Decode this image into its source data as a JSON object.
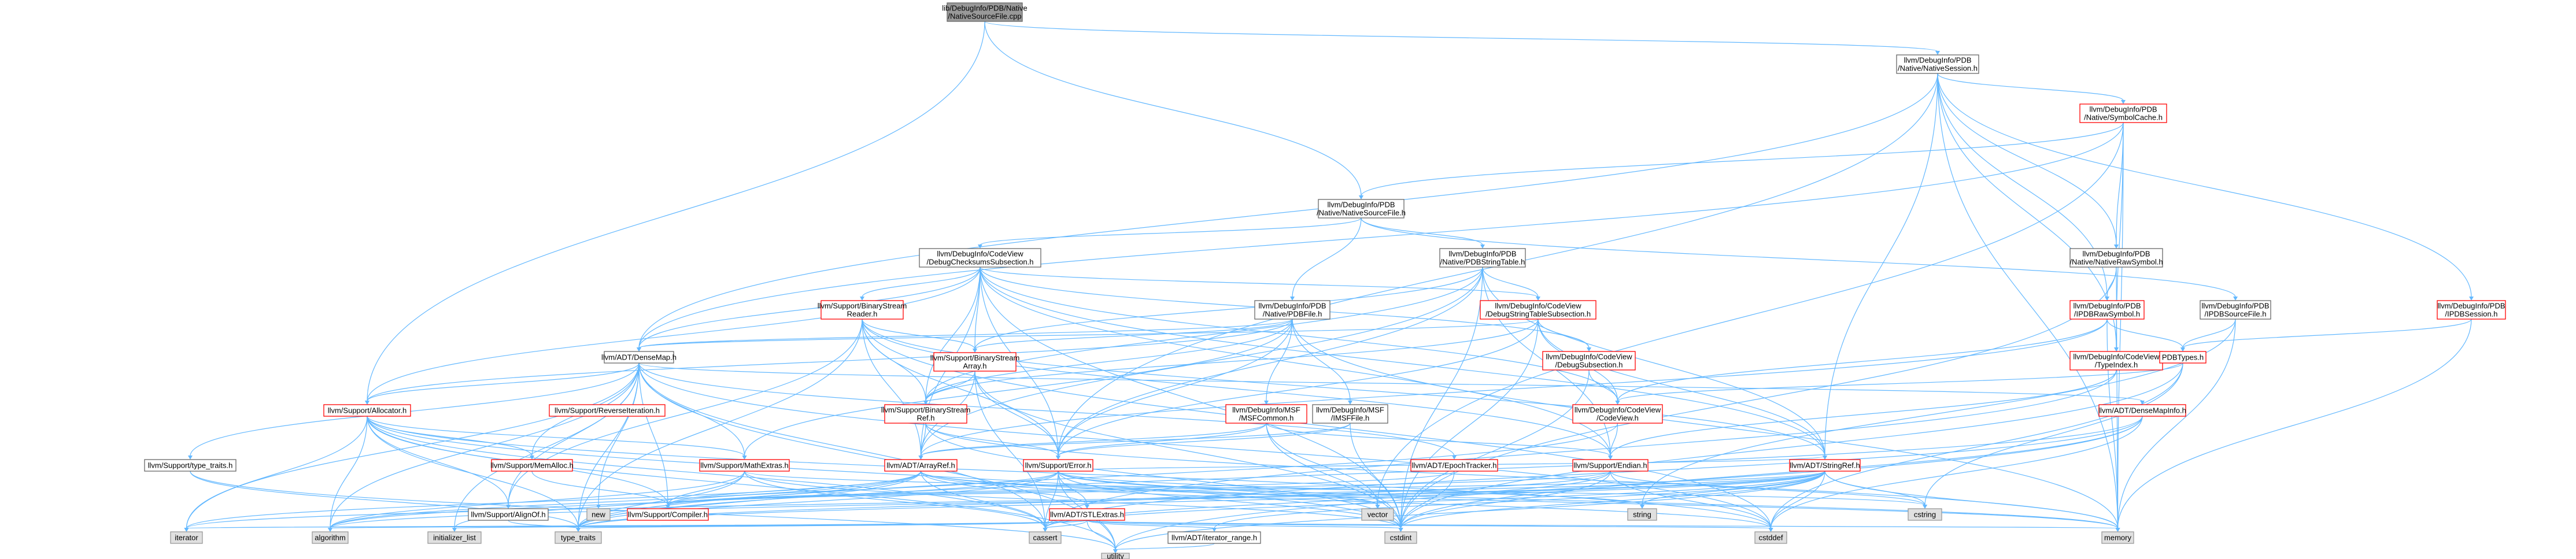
{
  "nodes": [
    {
      "id": "root",
      "lines": [
        "lib/DebugInfo/PDB/Native",
        "/NativeSourceFile.cpp"
      ],
      "style": "root",
      "interactable": false
    },
    {
      "id": "nsession",
      "lines": [
        "llvm/DebugInfo/PDB",
        "/Native/NativeSession.h"
      ],
      "style": "black",
      "interactable": true
    },
    {
      "id": "nsourcefile_h",
      "lines": [
        "llvm/DebugInfo/PDB",
        "/Native/NativeSourceFile.h"
      ],
      "style": "black",
      "interactable": true
    },
    {
      "id": "symcache",
      "lines": [
        "llvm/DebugInfo/PDB",
        "/Native/SymbolCache.h"
      ],
      "style": "red",
      "interactable": true
    },
    {
      "id": "dbgchk",
      "lines": [
        "llvm/DebugInfo/CodeView",
        "/DebugChecksumsSubsection.h"
      ],
      "style": "black",
      "interactable": true
    },
    {
      "id": "pdbstrtab",
      "lines": [
        "llvm/DebugInfo/PDB",
        "/Native/PDBStringTable.h"
      ],
      "style": "black",
      "interactable": true
    },
    {
      "id": "nrawsym",
      "lines": [
        "llvm/DebugInfo/PDB",
        "/Native/NativeRawSymbol.h"
      ],
      "style": "black",
      "interactable": true
    },
    {
      "id": "pdbfile",
      "lines": [
        "llvm/DebugInfo/PDB",
        "/Native/PDBFile.h"
      ],
      "style": "black",
      "interactable": true
    },
    {
      "id": "bsreader",
      "lines": [
        "llvm/Support/BinaryStream",
        "Reader.h"
      ],
      "style": "red",
      "interactable": true
    },
    {
      "id": "dbgstrtab",
      "lines": [
        "llvm/DebugInfo/CodeView",
        "/DebugStringTableSubsection.h"
      ],
      "style": "red",
      "interactable": true
    },
    {
      "id": "ipdbsrc",
      "lines": [
        "llvm/DebugInfo/PDB",
        "/IPDBSourceFile.h"
      ],
      "style": "black",
      "interactable": true
    },
    {
      "id": "ipdbraw",
      "lines": [
        "llvm/DebugInfo/PDB",
        "/IPDBRawSymbol.h"
      ],
      "style": "red",
      "interactable": true
    },
    {
      "id": "ipdbsess",
      "lines": [
        "llvm/DebugInfo/PDB",
        "/IPDBSession.h"
      ],
      "style": "red",
      "interactable": true
    },
    {
      "id": "densemap",
      "lines": [
        "llvm/ADT/DenseMap.h"
      ],
      "style": "black",
      "interactable": true
    },
    {
      "id": "bsarray",
      "lines": [
        "llvm/Support/BinaryStream",
        "Array.h"
      ],
      "style": "red",
      "interactable": true
    },
    {
      "id": "dbgsub",
      "lines": [
        "llvm/DebugInfo/CodeView",
        "/DebugSubsection.h"
      ],
      "style": "red",
      "interactable": true
    },
    {
      "id": "typeindex",
      "lines": [
        "llvm/DebugInfo/CodeView",
        "/TypeIndex.h"
      ],
      "style": "red",
      "interactable": true
    },
    {
      "id": "pdbtypes",
      "lines": [
        "PDBTypes.h"
      ],
      "style": "red",
      "interactable": true
    },
    {
      "id": "allocator",
      "lines": [
        "llvm/Support/Allocator.h"
      ],
      "style": "red",
      "interactable": true
    },
    {
      "id": "reverseiter",
      "lines": [
        "llvm/Support/ReverseIteration.h"
      ],
      "style": "red",
      "interactable": true
    },
    {
      "id": "bsref",
      "lines": [
        "llvm/Support/BinaryStream",
        "Ref.h"
      ],
      "style": "red",
      "interactable": true
    },
    {
      "id": "msfcommon",
      "lines": [
        "llvm/DebugInfo/MSF",
        "/MSFCommon.h"
      ],
      "style": "red",
      "interactable": true
    },
    {
      "id": "imsffile",
      "lines": [
        "llvm/DebugInfo/MSF",
        "/IMSFFile.h"
      ],
      "style": "black",
      "interactable": true
    },
    {
      "id": "codeview",
      "lines": [
        "llvm/DebugInfo/CodeView",
        "/CodeView.h"
      ],
      "style": "red",
      "interactable": true
    },
    {
      "id": "densemapinfo",
      "lines": [
        "llvm/ADT/DenseMapInfo.h"
      ],
      "style": "red",
      "interactable": true
    },
    {
      "id": "typetraits_h",
      "lines": [
        "llvm/Support/type_traits.h"
      ],
      "style": "black",
      "interactable": true
    },
    {
      "id": "memalloc",
      "lines": [
        "llvm/Support/MemAlloc.h"
      ],
      "style": "red",
      "interactable": true
    },
    {
      "id": "mathextras",
      "lines": [
        "llvm/Support/MathExtras.h"
      ],
      "style": "red",
      "interactable": true
    },
    {
      "id": "arrayref",
      "lines": [
        "llvm/ADT/ArrayRef.h"
      ],
      "style": "red",
      "interactable": true
    },
    {
      "id": "error",
      "lines": [
        "llvm/Support/Error.h"
      ],
      "style": "red",
      "interactable": true
    },
    {
      "id": "epoch",
      "lines": [
        "llvm/ADT/EpochTracker.h"
      ],
      "style": "red",
      "interactable": true
    },
    {
      "id": "endian",
      "lines": [
        "llvm/Support/Endian.h"
      ],
      "style": "red",
      "interactable": true
    },
    {
      "id": "stringref",
      "lines": [
        "llvm/ADT/StringRef.h"
      ],
      "style": "red",
      "interactable": true
    },
    {
      "id": "alignof",
      "lines": [
        "llvm/Support/AlignOf.h"
      ],
      "style": "black",
      "interactable": true
    },
    {
      "id": "new",
      "lines": [
        "new"
      ],
      "style": "gray",
      "interactable": false
    },
    {
      "id": "compiler",
      "lines": [
        "llvm/Support/Compiler.h"
      ],
      "style": "red",
      "interactable": true
    },
    {
      "id": "stlextras",
      "lines": [
        "llvm/ADT/STLExtras.h"
      ],
      "style": "red",
      "interactable": true
    },
    {
      "id": "vector",
      "lines": [
        "vector"
      ],
      "style": "gray",
      "interactable": false
    },
    {
      "id": "string",
      "lines": [
        "string"
      ],
      "style": "gray",
      "interactable": false
    },
    {
      "id": "cstring",
      "lines": [
        "cstring"
      ],
      "style": "gray",
      "interactable": false
    },
    {
      "id": "iterator",
      "lines": [
        "iterator"
      ],
      "style": "gray",
      "interactable": false
    },
    {
      "id": "algorithm",
      "lines": [
        "algorithm"
      ],
      "style": "gray",
      "interactable": false
    },
    {
      "id": "init_list",
      "lines": [
        "initializer_list"
      ],
      "style": "gray",
      "interactable": false
    },
    {
      "id": "type_traits",
      "lines": [
        "type_traits"
      ],
      "style": "gray",
      "interactable": false
    },
    {
      "id": "cassert",
      "lines": [
        "cassert"
      ],
      "style": "gray",
      "interactable": false
    },
    {
      "id": "cstdint",
      "lines": [
        "cstdint"
      ],
      "style": "gray",
      "interactable": false
    },
    {
      "id": "iterrange",
      "lines": [
        "llvm/ADT/iterator_range.h"
      ],
      "style": "black",
      "interactable": true
    },
    {
      "id": "cstddef",
      "lines": [
        "cstddef"
      ],
      "style": "gray",
      "interactable": false
    },
    {
      "id": "memory",
      "lines": [
        "memory"
      ],
      "style": "gray",
      "interactable": false
    },
    {
      "id": "utility",
      "lines": [
        "utility"
      ],
      "style": "gray",
      "interactable": false
    }
  ],
  "edges": [
    [
      "root",
      "nsession"
    ],
    [
      "root",
      "nsourcefile_h"
    ],
    [
      "root",
      "allocator"
    ],
    [
      "nsession",
      "symcache"
    ],
    [
      "nsession",
      "nrawsym"
    ],
    [
      "nsession",
      "ipdbraw"
    ],
    [
      "nsession",
      "ipdbsess"
    ],
    [
      "nsession",
      "typeindex"
    ],
    [
      "nsession",
      "densemap"
    ],
    [
      "nsession",
      "error"
    ],
    [
      "nsession",
      "stringref"
    ],
    [
      "nsession",
      "memory"
    ],
    [
      "symcache",
      "nsourcefile_h"
    ],
    [
      "symcache",
      "nrawsym"
    ],
    [
      "symcache",
      "typeindex"
    ],
    [
      "symcache",
      "densemap"
    ],
    [
      "symcache",
      "memory"
    ],
    [
      "symcache",
      "vector"
    ],
    [
      "nsourcefile_h",
      "dbgchk"
    ],
    [
      "nsourcefile_h",
      "pdbstrtab"
    ],
    [
      "nsourcefile_h",
      "pdbfile"
    ],
    [
      "nsourcefile_h",
      "ipdbsrc"
    ],
    [
      "dbgchk",
      "densemap"
    ],
    [
      "dbgchk",
      "bsreader"
    ],
    [
      "dbgchk",
      "bsarray"
    ],
    [
      "dbgchk",
      "bsref"
    ],
    [
      "dbgchk",
      "dbgsub"
    ],
    [
      "dbgchk",
      "dbgstrtab"
    ],
    [
      "dbgchk",
      "allocator"
    ],
    [
      "dbgchk",
      "error"
    ],
    [
      "dbgchk",
      "arrayref"
    ],
    [
      "dbgchk",
      "stringref"
    ],
    [
      "dbgchk",
      "cstdint"
    ],
    [
      "dbgchk",
      "endian"
    ],
    [
      "dbgchk",
      "codeview"
    ],
    [
      "pdbstrtab",
      "bsref"
    ],
    [
      "pdbstrtab",
      "dbgstrtab"
    ],
    [
      "pdbstrtab",
      "error"
    ],
    [
      "pdbstrtab",
      "stringref"
    ],
    [
      "pdbstrtab",
      "endian"
    ],
    [
      "pdbstrtab",
      "arrayref"
    ],
    [
      "pdbstrtab",
      "cstdint"
    ],
    [
      "pdbstrtab",
      "bsarray"
    ],
    [
      "nrawsym",
      "ipdbraw"
    ],
    [
      "nrawsym",
      "cstdint"
    ],
    [
      "nrawsym",
      "memory"
    ],
    [
      "pdbfile",
      "densemap"
    ],
    [
      "pdbfile",
      "imsffile"
    ],
    [
      "pdbfile",
      "msfcommon"
    ],
    [
      "pdbfile",
      "bsref"
    ],
    [
      "pdbfile",
      "allocator"
    ],
    [
      "pdbfile",
      "error"
    ],
    [
      "pdbfile",
      "mathextras"
    ],
    [
      "pdbfile",
      "memory"
    ],
    [
      "pdbfile",
      "bsarray"
    ],
    [
      "bsreader",
      "arrayref"
    ],
    [
      "bsreader",
      "stringref"
    ],
    [
      "bsreader",
      "bsarray"
    ],
    [
      "bsreader",
      "bsref"
    ],
    [
      "bsreader",
      "error"
    ],
    [
      "bsreader",
      "endian"
    ],
    [
      "bsreader",
      "type_traits"
    ],
    [
      "bsreader",
      "alignof"
    ],
    [
      "bsreader",
      "cstddef"
    ],
    [
      "dbgstrtab",
      "densemap"
    ],
    [
      "dbgstrtab",
      "stringref"
    ],
    [
      "dbgstrtab",
      "dbgsub"
    ],
    [
      "dbgstrtab",
      "codeview"
    ],
    [
      "dbgstrtab",
      "bsref"
    ],
    [
      "dbgstrtab",
      "error"
    ],
    [
      "dbgstrtab",
      "cstdint"
    ],
    [
      "ipdbsrc",
      "pdbtypes"
    ],
    [
      "ipdbsrc",
      "memory"
    ],
    [
      "ipdbsrc",
      "string"
    ],
    [
      "ipdbraw",
      "pdbtypes"
    ],
    [
      "ipdbraw",
      "arrayref"
    ],
    [
      "ipdbraw",
      "memory"
    ],
    [
      "ipdbraw",
      "codeview"
    ],
    [
      "ipdbsess",
      "pdbtypes"
    ],
    [
      "ipdbsess",
      "memory"
    ],
    [
      "densemap",
      "densemapinfo"
    ],
    [
      "densemap",
      "epoch"
    ],
    [
      "densemap",
      "allocator"
    ],
    [
      "densemap",
      "reverseiteration"
    ],
    [
      "densemap",
      "mathextras"
    ],
    [
      "densemap",
      "memalloc"
    ],
    [
      "densemap",
      "typetraits_h"
    ],
    [
      "densemap",
      "algorithm"
    ],
    [
      "densemap",
      "cassert"
    ],
    [
      "densemap",
      "cstddef"
    ],
    [
      "densemap",
      "init_list"
    ],
    [
      "densemap",
      "iterator"
    ],
    [
      "densemap",
      "new"
    ],
    [
      "densemap",
      "type_traits"
    ],
    [
      "densemap",
      "utility"
    ],
    [
      "densemap",
      "compiler"
    ],
    [
      "densemap",
      "alignof"
    ],
    [
      "bsarray",
      "arrayref"
    ],
    [
      "bsarray",
      "bsref"
    ],
    [
      "bsarray",
      "error"
    ],
    [
      "bsarray",
      "cassert"
    ],
    [
      "bsarray",
      "cstdint"
    ],
    [
      "dbgsub",
      "codeview"
    ],
    [
      "dbgsub",
      "cstdint"
    ],
    [
      "typeindex",
      "endian"
    ],
    [
      "typeindex",
      "cassert"
    ],
    [
      "typeindex",
      "cinttypes"
    ],
    [
      "pdbtypes",
      "codeview"
    ],
    [
      "pdbtypes",
      "cstddef"
    ],
    [
      "pdbtypes",
      "cstdint"
    ],
    [
      "pdbtypes",
      "cstring"
    ],
    [
      "allocator",
      "alignof"
    ],
    [
      "allocator",
      "compiler"
    ],
    [
      "allocator",
      "mathextras"
    ],
    [
      "allocator",
      "memalloc"
    ],
    [
      "allocator",
      "algorithm"
    ],
    [
      "allocator",
      "cassert"
    ],
    [
      "allocator",
      "cstddef"
    ],
    [
      "allocator",
      "cstdint"
    ],
    [
      "allocator",
      "iterator"
    ],
    [
      "allocator",
      "type_traits"
    ],
    [
      "allocator",
      "utility"
    ],
    [
      "bsref",
      "arrayref"
    ],
    [
      "bsref",
      "error"
    ],
    [
      "bsref",
      "cstdint"
    ],
    [
      "bsref",
      "memory"
    ],
    [
      "msfcommon",
      "arrayref"
    ],
    [
      "msfcommon",
      "error"
    ],
    [
      "msfcommon",
      "endian"
    ],
    [
      "msfcommon",
      "cstdint"
    ],
    [
      "msfcommon",
      "vector"
    ],
    [
      "imsffile",
      "arrayref"
    ],
    [
      "imsffile",
      "error"
    ],
    [
      "imsffile",
      "cstdint"
    ],
    [
      "codeview",
      "endian"
    ],
    [
      "codeview",
      "cinttypes"
    ],
    [
      "codeview",
      "type_traits"
    ],
    [
      "densemapinfo",
      "cassert"
    ],
    [
      "densemapinfo",
      "cstddef"
    ],
    [
      "densemapinfo",
      "cstdint"
    ],
    [
      "densemapinfo",
      "tuple"
    ],
    [
      "densemapinfo",
      "type_traits"
    ],
    [
      "densemapinfo",
      "utility"
    ],
    [
      "typetraits_h",
      "type_traits"
    ],
    [
      "typetraits_h",
      "utility"
    ],
    [
      "memalloc",
      "compiler"
    ],
    [
      "mathextras",
      "compiler"
    ],
    [
      "mathextras",
      "cassert"
    ],
    [
      "mathextras",
      "climits"
    ],
    [
      "mathextras",
      "cstdint"
    ],
    [
      "mathextras",
      "cstring"
    ],
    [
      "mathextras",
      "type_traits"
    ],
    [
      "mathextras",
      "algorithm"
    ],
    [
      "arrayref",
      "compiler"
    ],
    [
      "arrayref",
      "stlextras"
    ],
    [
      "arrayref",
      "algorithm"
    ],
    [
      "arrayref",
      "array"
    ],
    [
      "arrayref",
      "cassert"
    ],
    [
      "arrayref",
      "cstddef"
    ],
    [
      "arrayref",
      "init_list"
    ],
    [
      "arrayref",
      "iterator"
    ],
    [
      "arrayref",
      "memory"
    ],
    [
      "arrayref",
      "type_traits"
    ],
    [
      "arrayref",
      "vector"
    ],
    [
      "error",
      "compiler"
    ],
    [
      "error",
      "stlextras"
    ],
    [
      "error",
      "stringref"
    ],
    [
      "error",
      "algorithm"
    ],
    [
      "error",
      "cassert"
    ],
    [
      "error",
      "cstdint"
    ],
    [
      "error",
      "memory"
    ],
    [
      "error",
      "string"
    ],
    [
      "error",
      "type_traits"
    ],
    [
      "error",
      "utility"
    ],
    [
      "error",
      "vector"
    ],
    [
      "epoch",
      "compiler"
    ],
    [
      "epoch",
      "cstdint"
    ],
    [
      "endian",
      "compiler"
    ],
    [
      "endian",
      "cassert"
    ],
    [
      "endian",
      "cstddef"
    ],
    [
      "endian",
      "cstdint"
    ],
    [
      "endian",
      "cstring"
    ],
    [
      "endian",
      "type_traits"
    ],
    [
      "stringref",
      "compiler"
    ],
    [
      "stringref",
      "stlextras"
    ],
    [
      "stringref",
      "iterrange"
    ],
    [
      "stringref",
      "algorithm"
    ],
    [
      "stringref",
      "cassert"
    ],
    [
      "stringref",
      "cstddef"
    ],
    [
      "stringref",
      "cstring"
    ],
    [
      "stringref",
      "iterator"
    ],
    [
      "stringref",
      "memory"
    ],
    [
      "stringref",
      "string"
    ],
    [
      "stringref",
      "type_traits"
    ],
    [
      "stringref",
      "utility"
    ],
    [
      "stringref",
      "cstdint"
    ],
    [
      "alignof",
      "type_traits"
    ],
    [
      "stlextras",
      "iterrange"
    ],
    [
      "stlextras",
      "algorithm"
    ],
    [
      "stlextras",
      "cassert"
    ],
    [
      "stlextras",
      "cstddef"
    ],
    [
      "stlextras",
      "cstdint"
    ],
    [
      "stlextras",
      "init_list"
    ],
    [
      "stlextras",
      "iterator"
    ],
    [
      "stlextras",
      "memory"
    ],
    [
      "stlextras",
      "type_traits"
    ],
    [
      "stlextras",
      "utility"
    ],
    [
      "iterrange",
      "utility"
    ]
  ]
}
